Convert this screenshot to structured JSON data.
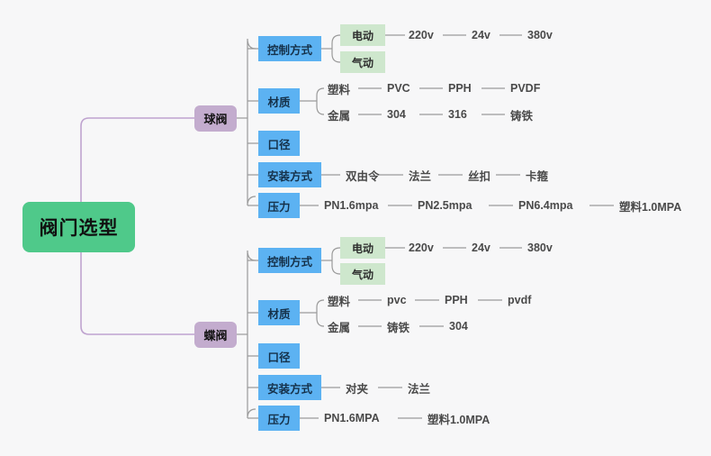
{
  "diagram": {
    "type": "mind-map",
    "title": "阀门选型",
    "background_color": "#f7f7f8",
    "colors": {
      "root": "#4fc98a",
      "level1": "#c3acce",
      "level2": "#5cb2f2",
      "level3": "#cee7cd",
      "root_link": "#bfa3cf",
      "link": "#9a9a9a",
      "leaf_text": "#4a4a4a"
    }
  },
  "root": {
    "label": "阀门选型"
  },
  "branches": [
    {
      "label": "球阀",
      "categories": [
        {
          "label": "控制方式",
          "subnodes": [
            {
              "label": "电动",
              "leaves": [
                "220v",
                "24v",
                "380v"
              ]
            },
            {
              "label": "气动",
              "leaves": []
            }
          ]
        },
        {
          "label": "材质",
          "groups": [
            {
              "label": "塑料",
              "leaves": [
                "PVC",
                "PPH",
                "PVDF"
              ]
            },
            {
              "label": "金属",
              "leaves": [
                "304",
                "316",
                "铸铁"
              ]
            }
          ]
        },
        {
          "label": "口径",
          "leaves": []
        },
        {
          "label": "安装方式",
          "leaves": [
            "双由令",
            "法兰",
            "丝扣",
            "卡箍"
          ]
        },
        {
          "label": "压力",
          "leaves": [
            "PN1.6mpa",
            "PN2.5mpa",
            "PN6.4mpa",
            "塑料1.0MPA"
          ]
        }
      ]
    },
    {
      "label": "蝶阀",
      "categories": [
        {
          "label": "控制方式",
          "subnodes": [
            {
              "label": "电动",
              "leaves": [
                "220v",
                "24v",
                "380v"
              ]
            },
            {
              "label": "气动",
              "leaves": []
            }
          ]
        },
        {
          "label": "材质",
          "groups": [
            {
              "label": "塑料",
              "leaves": [
                "pvc",
                "PPH",
                "pvdf"
              ]
            },
            {
              "label": "金属",
              "leaves": [
                "铸铁",
                "304"
              ]
            }
          ]
        },
        {
          "label": "口径",
          "leaves": []
        },
        {
          "label": "安装方式",
          "leaves": [
            "对夹",
            "法兰"
          ]
        },
        {
          "label": "压力",
          "leaves": [
            "PN1.6MPA",
            "塑料1.0MPA"
          ]
        }
      ]
    }
  ]
}
